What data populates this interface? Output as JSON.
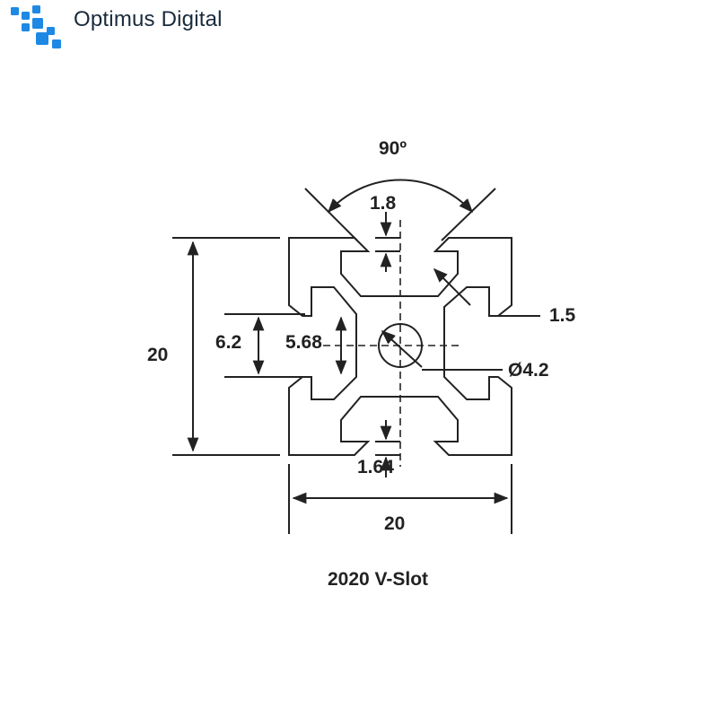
{
  "header": {
    "brand_name": "Optimus Digital",
    "logo_icon": "pixel-squares-logo",
    "logo_color": "#1e88e5"
  },
  "diagram": {
    "title": "2020 V-Slot",
    "dimensions": {
      "angle": "90º",
      "slot_top": "1.8",
      "slot_bottom": "1.64",
      "wall": "1.5",
      "bore": "Ø4.2",
      "height": "20",
      "width": "20",
      "slot_opening": "6.2",
      "inner_slot": "5.68"
    }
  }
}
